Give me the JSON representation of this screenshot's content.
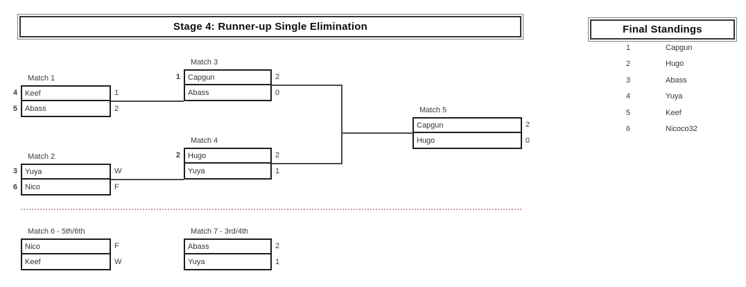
{
  "stage_title": "Stage 4: Runner-up Single Elimination",
  "standings": {
    "title": "Final Standings",
    "rows": [
      {
        "rank": "1",
        "name": "Capgun"
      },
      {
        "rank": "2",
        "name": "Hugo"
      },
      {
        "rank": "3",
        "name": "Abass"
      },
      {
        "rank": "4",
        "name": "Yuya"
      },
      {
        "rank": "5",
        "name": "Keef"
      },
      {
        "rank": "6",
        "name": "Nicoco32"
      }
    ]
  },
  "matches": [
    {
      "label": "Match 1",
      "slots": [
        {
          "seed": "4",
          "name": "Keef",
          "score": "1"
        },
        {
          "seed": "5",
          "name": "Abass",
          "score": "2"
        }
      ]
    },
    {
      "label": "Match 2",
      "slots": [
        {
          "seed": "3",
          "name": "Yuya",
          "score": "W"
        },
        {
          "seed": "6",
          "name": "Nico",
          "score": "F"
        }
      ]
    },
    {
      "label": "Match 3",
      "slots": [
        {
          "seed": "1",
          "name": "Capgun",
          "score": "2"
        },
        {
          "seed": "",
          "name": "Abass",
          "score": "0"
        }
      ]
    },
    {
      "label": "Match 4",
      "slots": [
        {
          "seed": "2",
          "name": "Hugo",
          "score": "2"
        },
        {
          "seed": "",
          "name": "Yuya",
          "score": "1"
        }
      ]
    },
    {
      "label": "Match 5",
      "slots": [
        {
          "seed": "",
          "name": "Capgun",
          "score": "2"
        },
        {
          "seed": "",
          "name": "Hugo",
          "score": "0"
        }
      ]
    },
    {
      "label": "Match 6 - 5th/6th",
      "slots": [
        {
          "seed": "",
          "name": "Nico",
          "score": "F"
        },
        {
          "seed": "",
          "name": "Keef",
          "score": "W"
        }
      ]
    },
    {
      "label": "Match 7 - 3rd/4th",
      "slots": [
        {
          "seed": "",
          "name": "Abass",
          "score": "2"
        },
        {
          "seed": "",
          "name": "Yuya",
          "score": "1"
        }
      ]
    }
  ],
  "colors": {
    "box_border": "#1c1c1c",
    "connector": "#4a4a4a",
    "divider_dotted": "#c9a0a0",
    "title_border_inner": "#333333",
    "title_border_outer": "#7f7f7f",
    "text": "#333333"
  }
}
